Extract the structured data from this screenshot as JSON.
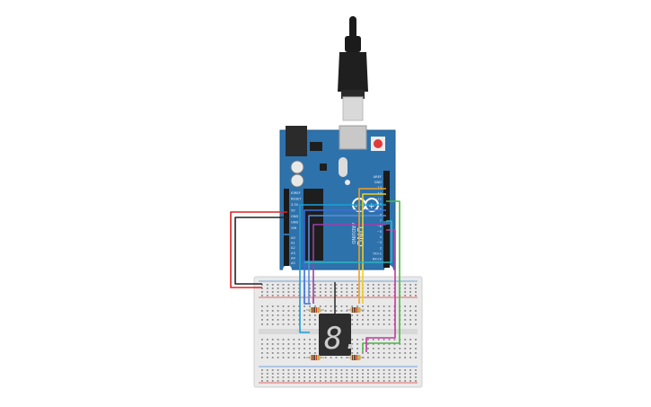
{
  "board": {
    "brand": "UNO",
    "logo_text": "ARDUINO",
    "power_labels": [
      "IOREF",
      "RESET",
      "3.3V",
      "5V",
      "GND",
      "GND",
      "VIN"
    ],
    "analog_labels": [
      "A0",
      "A1",
      "A2",
      "A3",
      "A4",
      "A5"
    ],
    "digital_labels": [
      "AREF",
      "GND",
      "13",
      "12",
      "~11",
      "~10",
      "~9",
      "8",
      "7",
      "~6",
      "~5",
      "4",
      "~3",
      "2",
      "TX>1",
      "RX<0"
    ]
  },
  "display": {
    "digit": "8.",
    "segment_color": "#cccccc"
  },
  "colors": {
    "board": "#2e72ac",
    "breadboard": "#e9e9e9",
    "wire_red": "#e02020",
    "wire_black": "#222222",
    "wire_blue": "#1a9fd8",
    "wire_orange": "#f0a020",
    "wire_yellow": "#f0d020",
    "wire_green": "#4cb848",
    "wire_purple": "#9b3fa8",
    "wire_teal": "#2bb5c2"
  }
}
